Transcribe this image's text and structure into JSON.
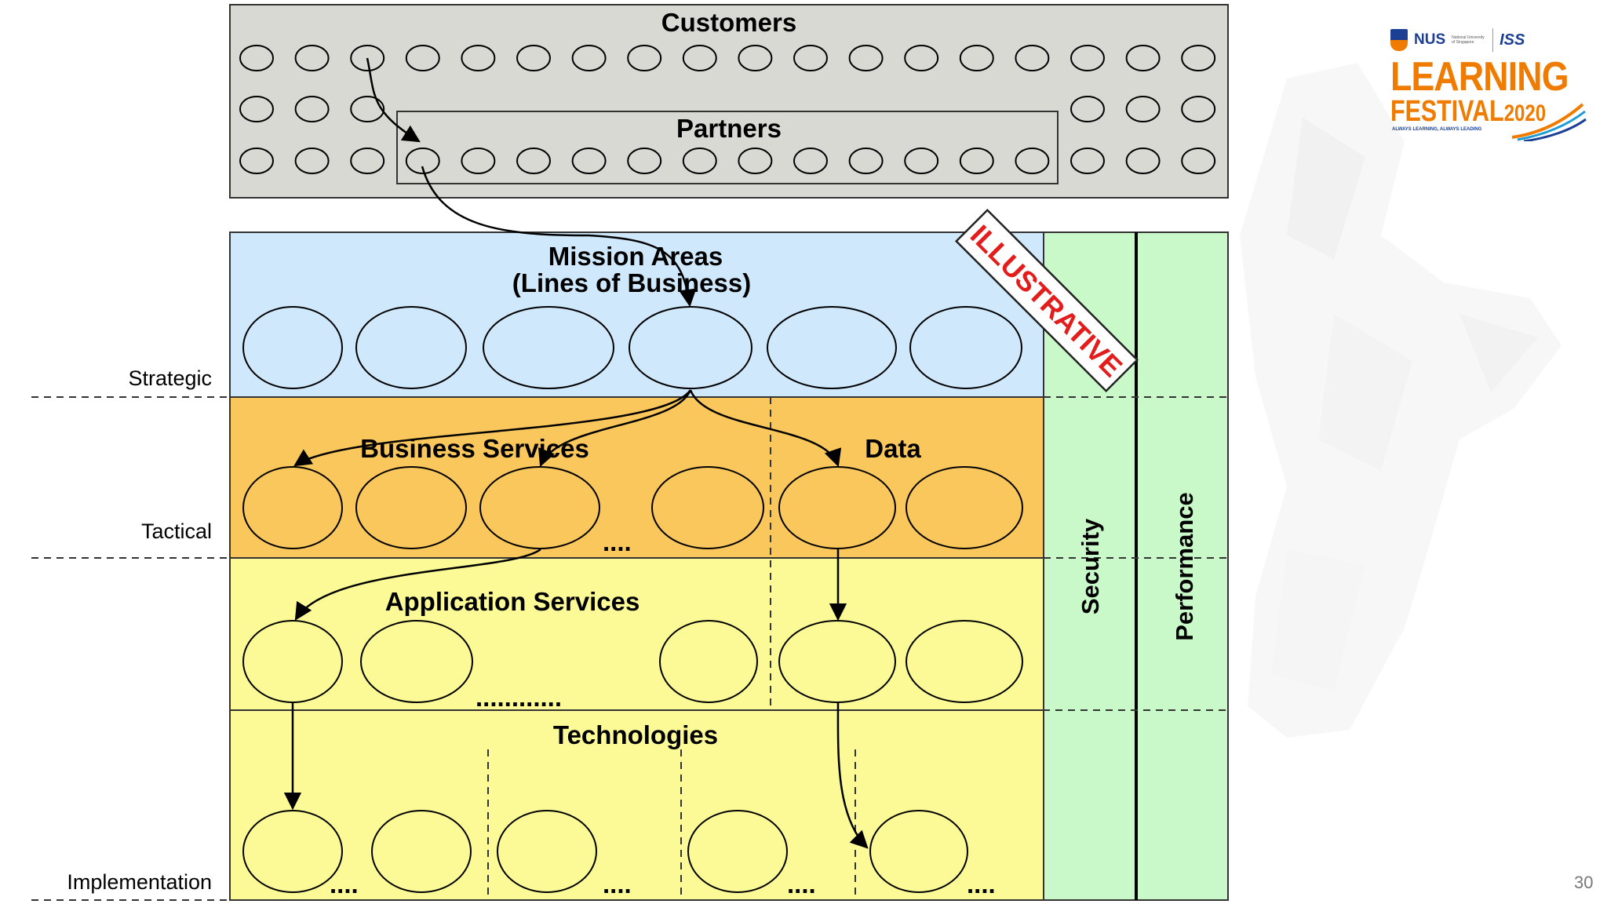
{
  "diagram": {
    "customers": "Customers",
    "partners": "Partners",
    "mission_areas_line1": "Mission Areas",
    "mission_areas_line2": "(Lines of Business)",
    "business_services": "Business Services",
    "data": "Data",
    "application_services": "Application Services",
    "technologies": "Technologies",
    "security": "Security",
    "performance": "Performance",
    "illustrative": "ILLUSTRATIVE",
    "ellipsis_short": "....",
    "ellipsis_long": "............",
    "levels": {
      "strategic": "Strategic",
      "tactical": "Tactical",
      "implementation": "Implementation"
    }
  },
  "logo": {
    "nus": "NUS",
    "nus_sub": "National University of Singapore",
    "iss": "ISS",
    "title_line1": "LEARNING",
    "title_line2": "FESTIVAL",
    "year": "2020",
    "tagline": "ALWAYS LEARNING, ALWAYS LEADING"
  },
  "page_number": "30",
  "colors": {
    "customers_bg": "#d9d9d4",
    "mission_bg": "#cfe8fb",
    "business_bg": "#f9c75b",
    "application_bg": "#fbfa96",
    "security_bg": "#c9f9c9",
    "illustrative_red": "#e31c1c",
    "logo_orange": "#ef7c00",
    "logo_blue": "#1c3f94"
  },
  "icons": [
    "nus-crest-icon",
    "iss-swoosh-icon"
  ]
}
